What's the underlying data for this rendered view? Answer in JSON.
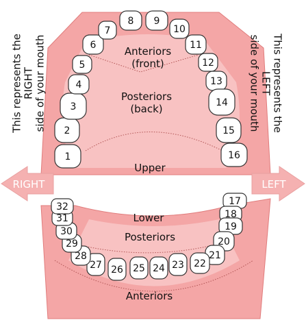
{
  "side_notes": {
    "right": "This represents the\nRIGHT\nside of your mouth",
    "left": "This represents the\nLEFT\nside of your mouth"
  },
  "arrows": {
    "right": "RIGHT",
    "left": "LEFT"
  },
  "upper": {
    "label": "Upper",
    "anteriors_line1": "Anteriors",
    "anteriors_line2": "(front)",
    "posteriors_line1": "Posteriors",
    "posteriors_line2": "(back)",
    "teeth": [
      "1",
      "2",
      "3",
      "4",
      "5",
      "6",
      "7",
      "8",
      "9",
      "10",
      "11",
      "12",
      "13",
      "14",
      "15",
      "16"
    ]
  },
  "lower": {
    "label": "Lower",
    "posteriors": "Posteriors",
    "anteriors": "Anteriors",
    "teeth": [
      "17",
      "18",
      "19",
      "20",
      "21",
      "22",
      "23",
      "24",
      "25",
      "26",
      "27",
      "28",
      "29",
      "30",
      "31",
      "32"
    ]
  },
  "colors": {
    "gum": "#f4a6a6",
    "gum_light": "#f9c9c9",
    "gum_edge": "#e07c7c",
    "arrow": "#f5b1b1",
    "tooth": "#ffffff"
  }
}
